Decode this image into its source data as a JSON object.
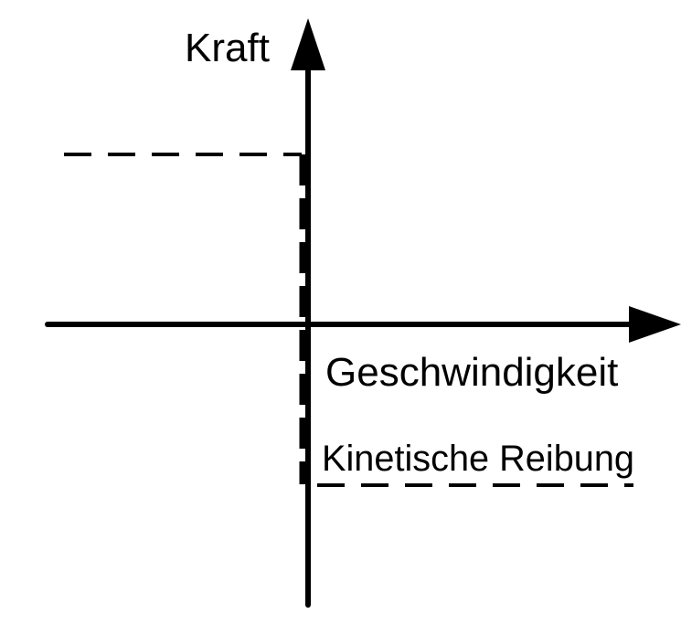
{
  "diagram": {
    "y_axis_label": "Kraft",
    "x_axis_label": "Geschwindigkeit",
    "curve_label": "Kinetische Reibung",
    "colors": {
      "ink": "#000000",
      "background": "#ffffff"
    }
  }
}
